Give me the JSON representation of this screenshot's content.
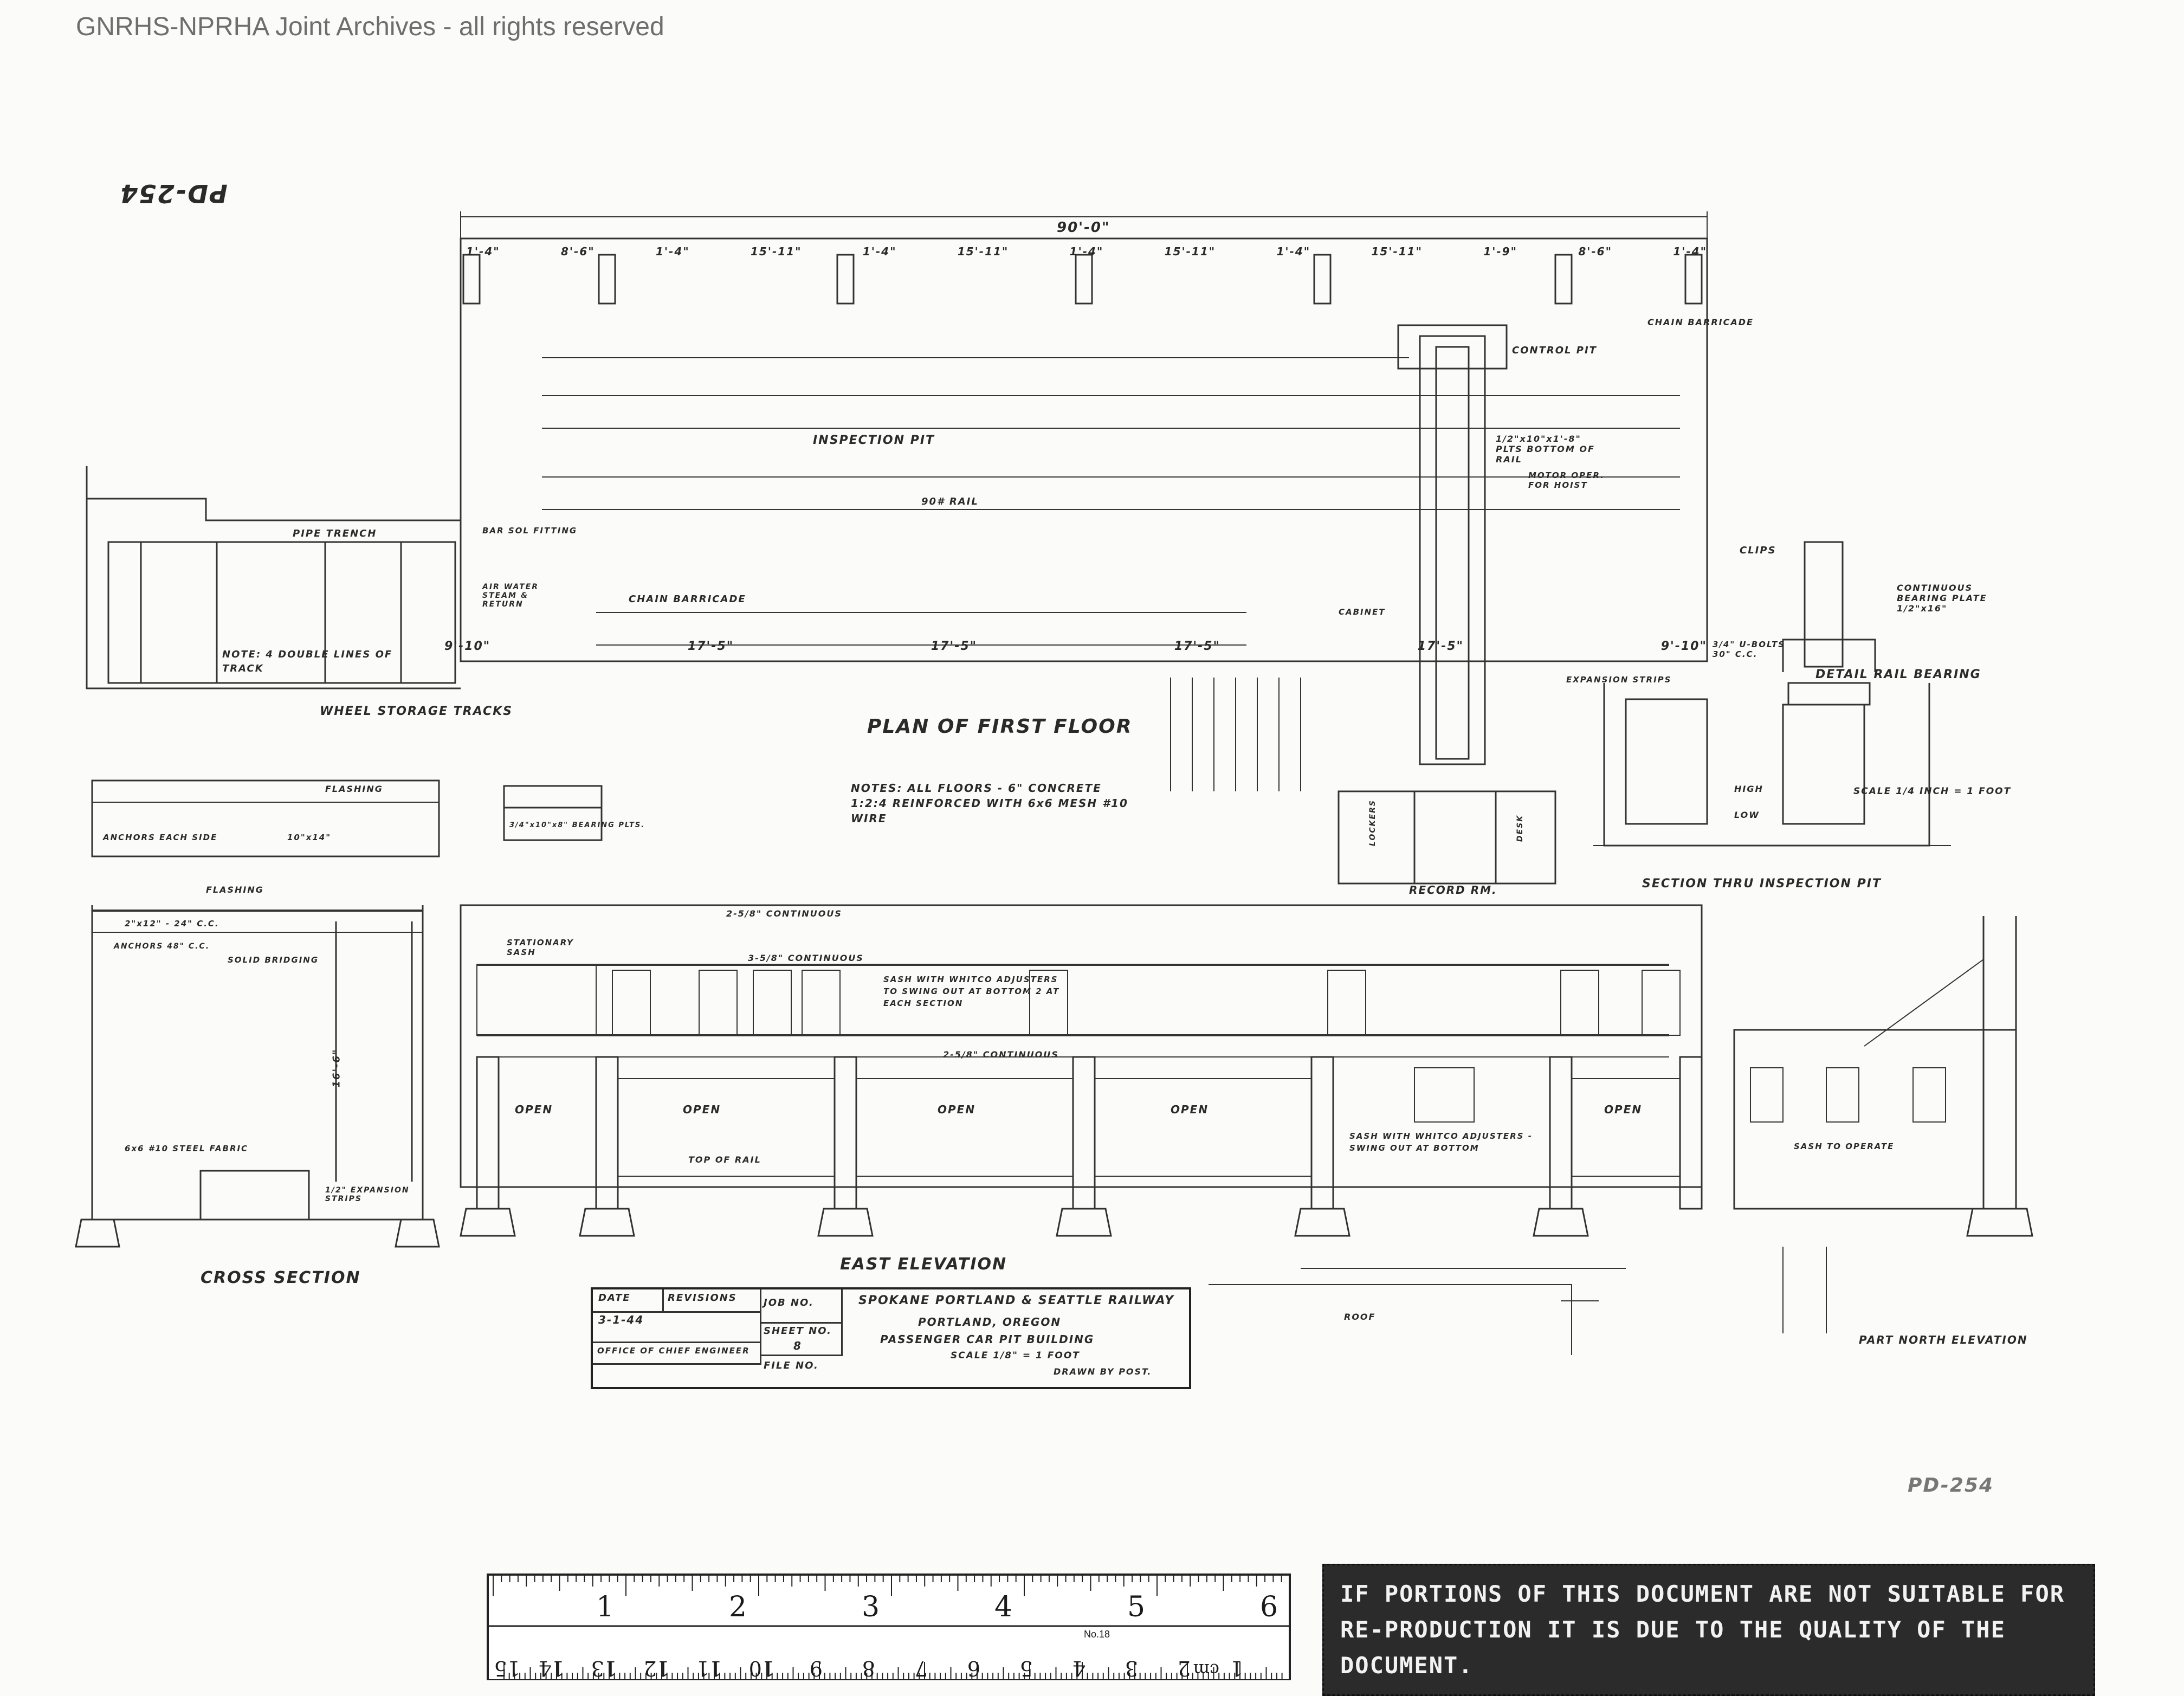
{
  "watermark": "GNRHS-NPRHA Joint Archives - all rights reserved",
  "drawing_number": "PD-254",
  "drawing_number_bottom": "PD-254",
  "plan": {
    "title": "PLAN OF FIRST FLOOR",
    "overall_dim": "90'-0\"",
    "dims_top": [
      "1'-4\"",
      "8'-6\"",
      "1'-4\"",
      "15'-11\"",
      "1'-4\"",
      "15'-11\"",
      "1'-4\"",
      "15'-11\"",
      "1'-4\"",
      "15'-11\"",
      "1'-9\"",
      "8'-6\"",
      "1'-4\""
    ],
    "dims_bottom": [
      "9'-10\"",
      "17'-5\"",
      "17'-5\"",
      "17'-5\"",
      "17'-5\"",
      "9'-10\""
    ],
    "labels": {
      "control_pit": "CONTROL PIT",
      "chain_barricade_top": "CHAIN BARRICADE",
      "inspection_pit": "INSPECTION PIT",
      "rail": "90# RAIL",
      "bottom_of_rail": "1/2\"x10\"x1'-8\" PLTS BOTTOM OF RAIL",
      "motor_hoist": "MOTOR OPER. FOR HOIST",
      "pipe_trench": "PIPE TRENCH",
      "fitting": "BAR SOL FITTING",
      "air_water": "AIR WATER STEAM & RETURN",
      "chain_barricade": "CHAIN BARRICADE",
      "cabinet": "CABINET",
      "note_tracks": "NOTE: 4 DOUBLE LINES OF TRACK",
      "wheel_storage": "WHEEL STORAGE TRACKS",
      "record_rm": "RECORD RM.",
      "lockers": "LOCKERS",
      "desk": "DESK",
      "expansion_strips": "EXPANSION STRIPS"
    },
    "notes": "NOTES: ALL FLOORS - 6\" CONCRETE 1:2:4 REINFORCED WITH 6x6 MESH #10 WIRE"
  },
  "detail": {
    "title": "DETAIL RAIL BEARING",
    "continuous_bearing": "CONTINUOUS BEARING PLATE 1/2\"x16\"",
    "clips": "CLIPS",
    "u_bolts": "3/4\" U-BOLTS 30\" C.C.",
    "scale": "SCALE 1/4 INCH = 1 FOOT",
    "section_title": "SECTION THRU INSPECTION PIT",
    "high": "HIGH",
    "low": "LOW"
  },
  "cross_section": {
    "title": "CROSS SECTION",
    "flashing": "FLASHING",
    "anchors": "ANCHORS EACH SIDE",
    "bridging": "SOLID BRIDGING",
    "purlins": "2\"x12\" - 24\" C.C.",
    "anchors_cc": "ANCHORS 48\" C.C.",
    "fabric": "6x6 #10 STEEL FABRIC",
    "expansion": "1/2\" EXPANSION STRIPS",
    "height": "16'-6\"",
    "beam": "10\"x14\"",
    "bearing_pits": "3/4\"x10\"x8\" BEARING PLTS."
  },
  "elevation": {
    "title": "EAST ELEVATION",
    "stationary_sash": "STATIONARY SASH",
    "continuous_1": "2-5/8\" CONTINUOUS",
    "continuous_2": "3-5/8\" CONTINUOUS",
    "continuous_3": "2-5/8\" CONTINUOUS",
    "sash_note": "SASH WITH WHITCO ADJUSTERS TO SWING OUT AT BOTTOM 2 AT EACH SECTION",
    "sash_note_2": "SASH WITH WHITCO ADJUSTERS - SWING OUT AT BOTTOM",
    "open": "OPEN",
    "top_of_rail": "TOP OF RAIL",
    "roof": "ROOF",
    "north_elev": "PART NORTH ELEVATION",
    "sash_operate": "SASH TO OPERATE"
  },
  "title_block": {
    "date_label": "DATE",
    "revisions_label": "REVISIONS",
    "job_label": "JOB NO.",
    "date_value": "3-1-44",
    "sheet_label": "SHEET NO.",
    "sheet_value": "8",
    "file_label": "FILE NO.",
    "office": "OFFICE OF CHIEF ENGINEER",
    "railway": "SPOKANE PORTLAND & SEATTLE RAILWAY",
    "location": "PORTLAND, OREGON",
    "building": "PASSENGER CAR PIT BUILDING",
    "scale": "SCALE 1/8\" = 1 FOOT",
    "drawn_by": "DRAWN BY POST."
  },
  "ruler": {
    "inches": [
      "1",
      "2",
      "3",
      "4",
      "5",
      "6"
    ],
    "cm": [
      "1",
      "2",
      "3",
      "4",
      "5",
      "6",
      "7",
      "8",
      "9",
      "10",
      "11",
      "12",
      "13",
      "14",
      "15"
    ],
    "cm_unit": "cm",
    "maker_no": "No.18"
  },
  "notice": "IF PORTIONS OF THIS DOCUMENT ARE NOT SUITABLE FOR RE-PRODUCTION IT IS DUE TO THE QUALITY OF THE DOCUMENT."
}
